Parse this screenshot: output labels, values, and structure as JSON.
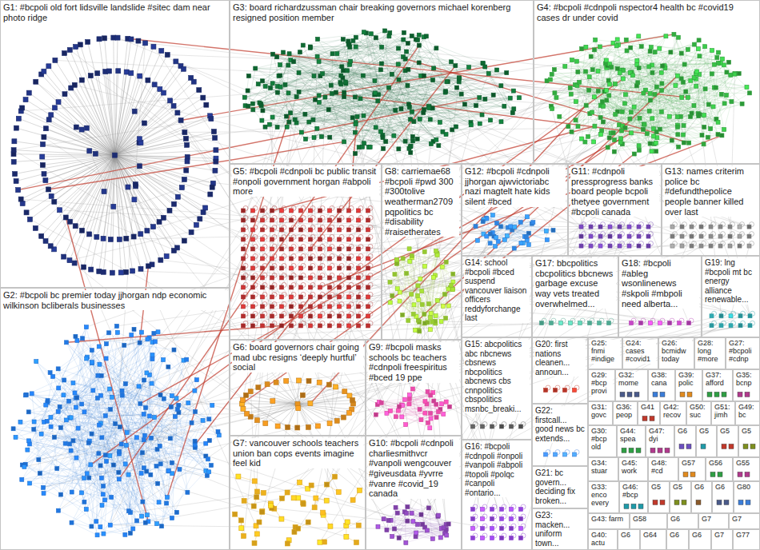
{
  "diagram": {
    "nodes": [
      {
        "text": [
          "G1: #bcpoli old fort lidsville landslide #sitec dam near photo ridge"
        ]
      },
      {
        "text": [
          "G2: #bcpoli bc premier today jjhorgan ndp economic wilkinson bcliberals businesses"
        ]
      },
      {
        "text": [
          "G3: board richardzussman chair breaking governors michael korenberg resigned position member"
        ]
      },
      {
        "text": [
          "G4: #bcpoli #cdnpoli nspector4 health bc #covid19 cases dr under covid"
        ]
      },
      {
        "text": [
          "G5: #bcpoli #cdnpoli bc public transit #onpoli government horgan #abpoli more"
        ]
      },
      {
        "text": [
          "G6: board governors chair going mad ubc resigns ‘deeply hurtful’ social"
        ]
      },
      {
        "text": [
          "G7: vancouver schools teachers union ban cops events imagine feel kid"
        ]
      },
      {
        "text": [
          "G8: carriemae68 #bcpoli #pwd 300 #300tolive weatherman2709 pqpolitics bc #disability #raisetherates"
        ]
      },
      {
        "text": [
          "G9: #bcpoli masks schools bc teachers #cdnpoli freespiritus #bced 19 ppe"
        ]
      },
      {
        "text": [
          "G10: #bcpoli #cdnpoli charliesmithvcr #vanpoli wengcouver #giveusdata #yvrre #vanre #covid_19 canada"
        ]
      },
      {
        "text": [
          "G11: #cdnpoli pressprogress banks board people bcpoli thetyee government #bcpoli canada"
        ]
      },
      {
        "text": [
          "G12: #bcpoli #cdnpoli jjhorgan ajwvictoriabc nazi magtelt hate kids silent #bced"
        ]
      },
      {
        "text": [
          "G13: names criterim police bc #defundthepolice people banner killed over last"
        ]
      },
      {
        "text": [
          "G14: school #bcpoli #bced suspend vancouver liaison officers reddyforchange last"
        ]
      },
      {
        "text": [
          "G15: abcpolitics abc nbcnews cbsnews nbcpolitics abcnews cbs cnnpolitics cbspolitics msnbc_breaki..."
        ]
      },
      {
        "text": [
          "G16: #bcpoli #cdnpoli #onpoli #vanpoli #abpoli #topoli #polqc #canpoli #ontario..."
        ]
      },
      {
        "text": [
          "G17: bbcpolitics cbcpolitics bbcnews garbage excuse way vets treated overwhelmed..."
        ]
      },
      {
        "text": [
          "G18: #bcpoli #ableg wsonlinenews #skpoli #mbpoli need alberta..."
        ]
      },
      {
        "text": [
          "G19: lng #bcpoli mt bc energy alliance renewable..."
        ]
      },
      {
        "text": [
          "G20: first nations cleanen... announ..."
        ]
      },
      {
        "text": [
          "G22: firstcall... good news bc extends..."
        ]
      },
      {
        "text": [
          "G21: bc govern... deciding fix broken..."
        ]
      },
      {
        "text": [
          "G23: macken... uniform town..."
        ]
      },
      {
        "text": [
          "G25: fnmi #indige"
        ]
      },
      {
        "text": [
          "G24: cases #covid1"
        ]
      },
      {
        "text": [
          "G26: bcmidw today"
        ]
      },
      {
        "text": [
          "G28: long #more"
        ]
      },
      {
        "text": [
          "G27: #bcpoli #cdnp"
        ]
      },
      {
        "text": [
          "G29: #bcp provi"
        ]
      },
      {
        "text": [
          "G32: mome"
        ]
      },
      {
        "text": [
          "G38: cana"
        ]
      },
      {
        "text": [
          "G39: polic"
        ]
      },
      {
        "text": [
          "G37: afford"
        ]
      },
      {
        "text": [
          "G35: bcnp"
        ]
      },
      {
        "text": [
          "G31: govc"
        ]
      },
      {
        "text": [
          "G36: peop"
        ]
      },
      {
        "text": [
          "G41"
        ]
      },
      {
        "text": [
          "G42: recov"
        ]
      },
      {
        "text": [
          "G50: suc"
        ]
      },
      {
        "text": [
          "G51: jimh"
        ]
      },
      {
        "text": [
          "G49: bc"
        ]
      },
      {
        "text": [
          "G30: #bcp old"
        ]
      },
      {
        "text": [
          "G44: spea"
        ]
      },
      {
        "text": [
          "G47: dyi"
        ]
      },
      {
        "text": [
          "G6"
        ]
      },
      {
        "text": [
          "G5"
        ]
      },
      {
        "text": [
          "G5"
        ]
      },
      {
        "text": [
          "G5"
        ]
      },
      {
        "text": [
          "G34: stuar"
        ]
      },
      {
        "text": [
          "G45: work"
        ]
      },
      {
        "text": [
          "G48: #cd"
        ]
      },
      {
        "text": [
          "G57"
        ]
      },
      {
        "text": [
          "G56"
        ]
      },
      {
        "text": [
          "G55"
        ]
      },
      {
        "text": [
          "G33: enco every"
        ]
      },
      {
        "text": [
          "G46: #bcp"
        ]
      },
      {
        "text": [
          "G5"
        ]
      },
      {
        "text": [
          "G5"
        ]
      },
      {
        "text": [
          "G6"
        ]
      },
      {
        "text": [
          "G6"
        ]
      },
      {
        "text": [
          "G80"
        ]
      },
      {
        "text": [
          "G43: farm"
        ]
      },
      {
        "text": [
          "G58"
        ]
      },
      {
        "text": [
          "G6"
        ]
      },
      {
        "text": [
          "G7"
        ]
      },
      {
        "text": [
          "G7"
        ]
      },
      {
        "text": [
          "G40: actu"
        ]
      },
      {
        "text": [
          "G6"
        ]
      },
      {
        "text": [
          "G64"
        ]
      },
      {
        "text": [
          "G6"
        ]
      },
      {
        "text": [
          "G6"
        ]
      },
      {
        "text": [
          "G7"
        ]
      },
      {
        "text": [
          "G77"
        ]
      }
    ]
  }
}
